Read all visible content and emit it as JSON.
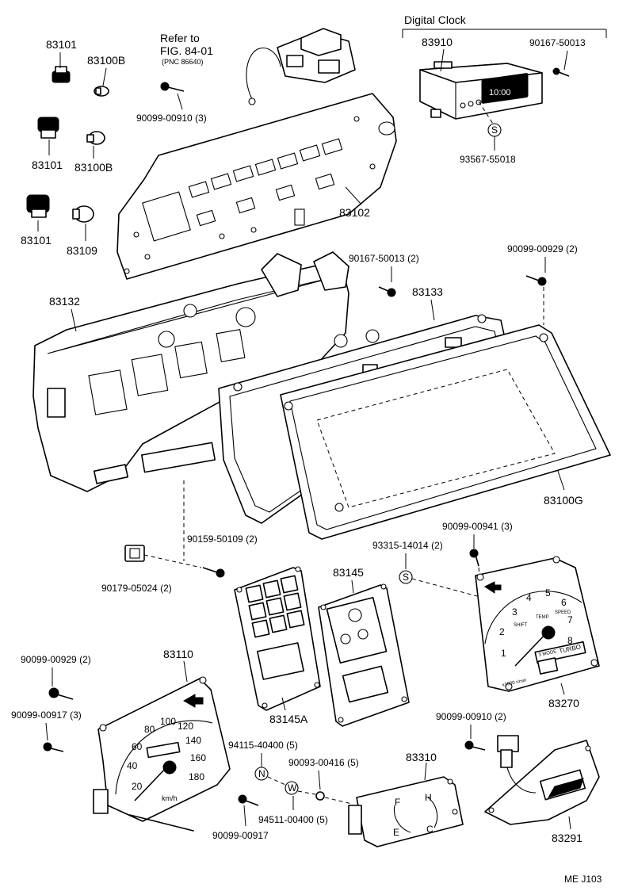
{
  "section_title": "Digital Clock",
  "reference": {
    "line1": "Refer to",
    "line2": "FIG. 84-01",
    "line3": "(PNC 86640)"
  },
  "footer_code": "ME  J103",
  "part_labels": {
    "p83101_a": "83101",
    "p83100b_a": "83100B",
    "p83101_b": "83101",
    "p83100b_b": "83100B",
    "p83101_c": "83101",
    "p83109": "83109",
    "p90099_00910_3": "90099-00910 (3)",
    "p83102": "83102",
    "p83910": "83910",
    "p90167_50013_clock": "90167-50013",
    "p93567_55018": "93567-55018",
    "p90167_50013_2": "90167-50013 (2)",
    "p90099_00929_2_top": "90099-00929 (2)",
    "p83132": "83132",
    "p83133": "83133",
    "p83100g": "83100G",
    "p90159_50109_2": "90159-50109 (2)",
    "p90179_05024_2": "90179-05024 (2)",
    "p93315_14014_2": "93315-14014 (2)",
    "p90099_00941_3": "90099-00941 (3)",
    "p83145": "83145",
    "p83145a": "83145A",
    "p83270": "83270",
    "p83110": "83110",
    "p90099_00929_2_left": "90099-00929 (2)",
    "p90099_00917_3": "90099-00917 (3)",
    "p94115_40400_5": "94115-40400 (5)",
    "p90093_00416_5": "90093-00416 (5)",
    "p83310": "83310",
    "p90099_00910_2": "90099-00910 (2)",
    "p94511_00400_5": "94511-00400 (5)",
    "p90099_00917": "90099-00917",
    "p83291": "83291"
  },
  "symbols": {
    "s_marker_clock": "S",
    "s_marker_tach": "S",
    "n_marker": "N",
    "w_marker": "W"
  },
  "gauge_text": {
    "clock_display": "10:00",
    "speedo_unit": "km/h",
    "speedo_ticks": [
      "20",
      "40",
      "60",
      "80",
      "100",
      "120",
      "140",
      "160",
      "180"
    ],
    "tach_ticks": [
      "1",
      "2",
      "3",
      "4",
      "5",
      "6",
      "7",
      "8"
    ],
    "tach_unit": "x1000 r/min",
    "tach_shift": "SHIFT",
    "tach_temp": "TEMP",
    "tach_speed": "SPEED",
    "tach_mode": "3 MODE",
    "tach_turbo": "TURBO",
    "fuel_gauge": "F",
    "fuel_gauge_e": "E",
    "temp_gauge": "H",
    "temp_gauge_c": "C"
  }
}
